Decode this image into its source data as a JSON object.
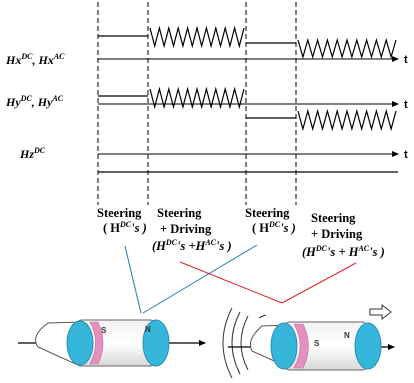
{
  "axis_symbol": "t",
  "rows": [
    {
      "id": "x",
      "label": "Hx",
      "sup1": "DC",
      "sep": ", ",
      "label2": "Hx",
      "sup2": "AC"
    },
    {
      "id": "y",
      "label": "Hy",
      "sup1": "DC",
      "sep": ", ",
      "label2": "Hy",
      "sup2": "AC"
    },
    {
      "id": "z",
      "label": "Hz",
      "sup1": "DC"
    }
  ],
  "phases": [
    {
      "line1": "Steering",
      "line2": "( H",
      "line2_sup": "DC",
      "line2_tail": "'s )"
    },
    {
      "line1": "Steering",
      "line2": "+ Driving",
      "line3_a": "(H",
      "line3_a_sup": "DC",
      "line3_b": "'s +H",
      "line3_b_sup": "AC",
      "line3_c": "'s )"
    },
    {
      "line1": "Steering",
      "line2": "( H",
      "line2_sup": "DC",
      "line2_tail": "'s )"
    },
    {
      "line1": "Steering",
      "line2": "+ Driving",
      "line3_a": "(H",
      "line3_a_sup": "DC",
      "line3_b": "'s + H",
      "line3_b_sup": "AC",
      "line3_c": "'s )"
    }
  ],
  "magnet": {
    "south": "S",
    "north": "N"
  },
  "colors": {
    "connector_blue": "#1f7fc0",
    "connector_red": "#e0202a",
    "magnet_blue": "#37b6dc",
    "magnet_pink": "#e58fbf"
  }
}
